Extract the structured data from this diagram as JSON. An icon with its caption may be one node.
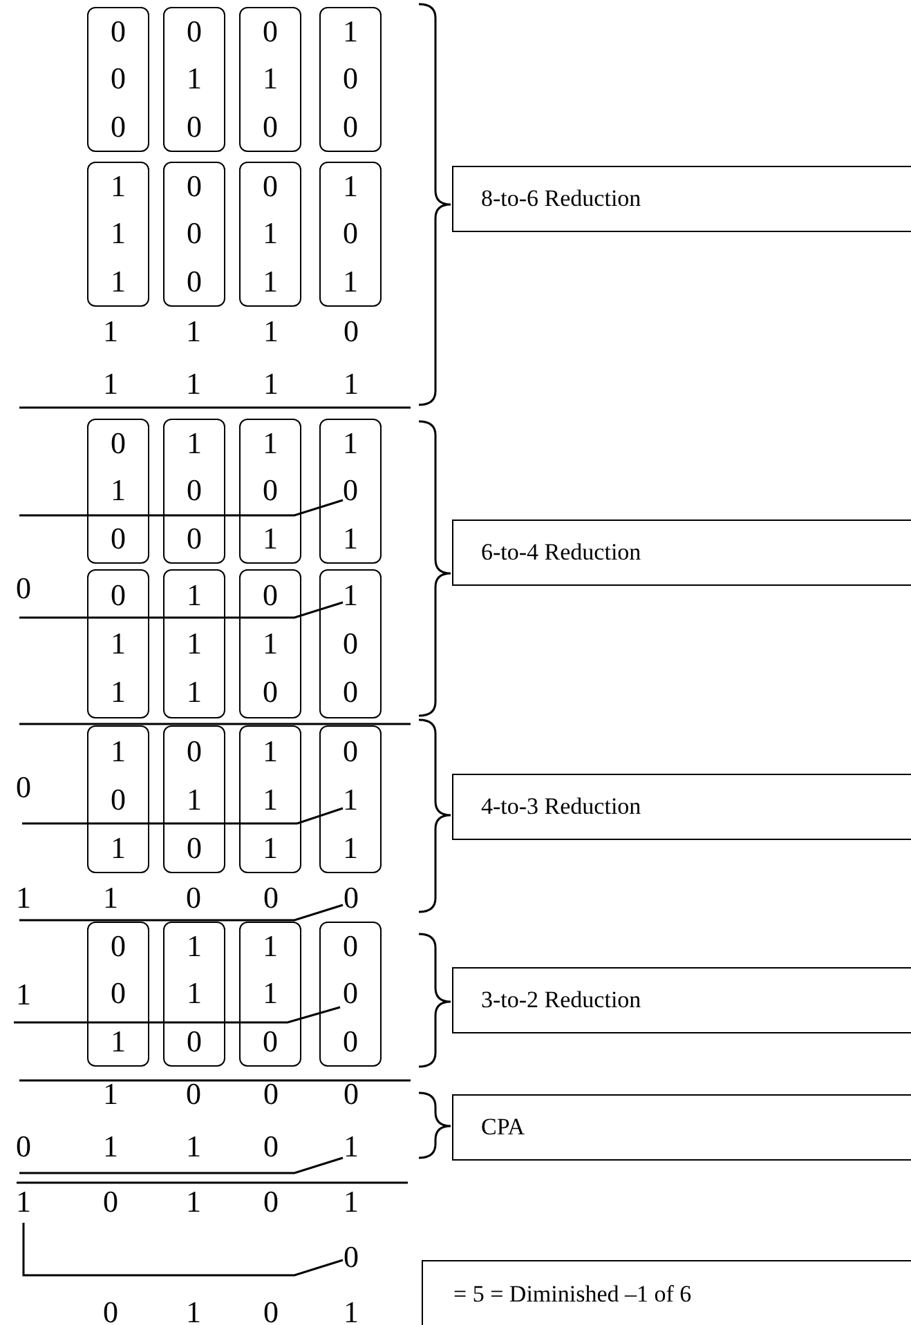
{
  "diagram": {
    "nodes": [
      {
        "text": [
          "0",
          "0",
          "0"
        ]
      },
      {
        "text": [
          "0",
          "1",
          "0"
        ]
      },
      {
        "text": [
          "0",
          "1",
          "0"
        ]
      },
      {
        "text": [
          "1",
          "0",
          "0"
        ]
      },
      {
        "text": [
          "1",
          "1",
          "1"
        ]
      },
      {
        "text": [
          "0",
          "0",
          "0"
        ]
      },
      {
        "text": [
          "0",
          "1",
          "1"
        ]
      },
      {
        "text": [
          "1",
          "0",
          "1"
        ]
      },
      {
        "text": [
          "8-to-6 Reduction"
        ]
      },
      {
        "text": [
          "0",
          "1",
          "0"
        ]
      },
      {
        "text": [
          "1",
          "0",
          "0"
        ]
      },
      {
        "text": [
          "1",
          "0",
          "1"
        ]
      },
      {
        "text": [
          "1",
          "0",
          "1"
        ]
      },
      {
        "text": [
          "0",
          "1",
          "1"
        ]
      },
      {
        "text": [
          "1",
          "1",
          "1"
        ]
      },
      {
        "text": [
          "0",
          "1",
          "0"
        ]
      },
      {
        "text": [
          "1",
          "0",
          "0"
        ]
      },
      {
        "text": [
          "6-to-4 Reduction"
        ]
      },
      {
        "text": [
          "1",
          "0",
          "1"
        ]
      },
      {
        "text": [
          "0",
          "1",
          "0"
        ]
      },
      {
        "text": [
          "1",
          "1",
          "1"
        ]
      },
      {
        "text": [
          "0",
          "1",
          "1"
        ]
      },
      {
        "text": [
          "4-to-3 Reduction"
        ]
      },
      {
        "text": [
          "0",
          "0",
          "1"
        ]
      },
      {
        "text": [
          "1",
          "1",
          "0"
        ]
      },
      {
        "text": [
          "1",
          "1",
          "0"
        ]
      },
      {
        "text": [
          "0",
          "0",
          "0"
        ]
      },
      {
        "text": [
          "3-to-2 Reduction"
        ]
      },
      {
        "text": [
          "CPA"
        ]
      },
      {
        "text": [
          "= 5 = Diminished –1 of 6"
        ]
      }
    ],
    "labels": [
      "1",
      "1",
      "1",
      "0",
      "1",
      "1",
      "1",
      "1",
      "0",
      "0",
      "1",
      "1",
      "0",
      "0",
      "0",
      "1",
      "1",
      "0",
      "0",
      "0",
      "0",
      "1",
      "1",
      "0",
      "1",
      "1",
      "0",
      "1",
      "0",
      "1",
      "0",
      "0",
      "1",
      "0",
      "1"
    ]
  }
}
